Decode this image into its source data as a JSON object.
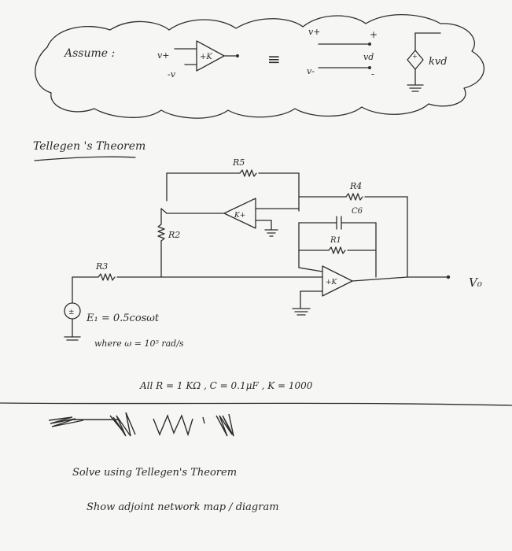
{
  "assume": {
    "label": "Assume :",
    "vplus_in": "v+",
    "vminus_in": "-v",
    "gain_symbol": "+K",
    "equiv": "≡",
    "vplus_top": "v+",
    "plus": "+",
    "vd": "vd",
    "minus": "-",
    "vminus_node": "v-",
    "dep_source": "kvd"
  },
  "section_title": "Tellegen 's Theorem",
  "circuit": {
    "R5": "R5",
    "R4": "R4",
    "C6": "C6",
    "R1": "R1",
    "R2": "R2",
    "R3": "R3",
    "opamp_top": "K+",
    "opamp_bottom": "+K",
    "vout": "V₀",
    "source_eq": "E₁ = 0.5cosωt",
    "source_where": "where ω = 10⁵ rad/s",
    "params": "All R = 1 KΩ , C = 0.1μF , K = 1000"
  },
  "instructions": {
    "line1": "Solve  using  Tellegen's  Theorem",
    "line2": "Show  adjoint  network  map / diagram"
  }
}
